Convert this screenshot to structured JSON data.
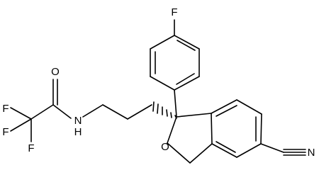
{
  "molecule": {
    "atoms": {
      "fluorine_top": "F",
      "fluorine_cf3_1": "F",
      "fluorine_cf3_2": "F",
      "fluorine_cf3_3": "F",
      "carbonyl_oxygen": "O",
      "amide_nitrogen": "N",
      "amide_hydrogen": "H",
      "ring_oxygen": "O",
      "nitrile_nitrogen": "N"
    }
  },
  "colors": {
    "ink": "#000000",
    "background": "#ffffff"
  }
}
